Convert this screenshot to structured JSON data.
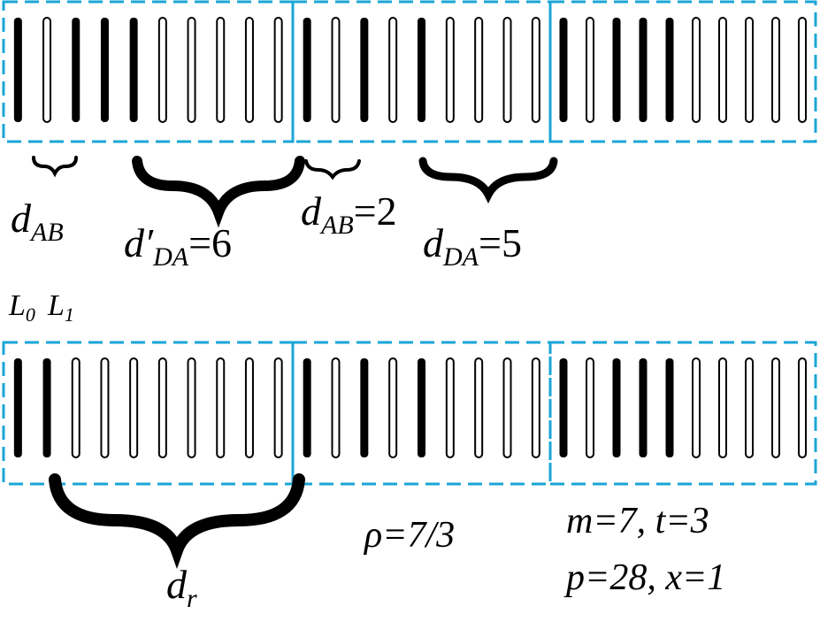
{
  "colors": {
    "frame": "#1aa6d6",
    "bar": "#000000",
    "background": "#ffffff"
  },
  "rows": [
    {
      "segments": [
        {
          "bits": [
            1,
            0,
            1,
            1,
            1,
            0,
            0,
            0,
            0,
            0
          ]
        },
        {
          "bits": [
            1,
            0,
            1,
            0,
            1,
            0,
            0,
            0,
            0
          ]
        },
        {
          "bits": [
            1,
            0,
            1,
            1,
            1,
            0,
            0,
            0,
            0,
            0
          ]
        }
      ]
    },
    {
      "segments": [
        {
          "bits": [
            1,
            1,
            0,
            0,
            0,
            0,
            0,
            0,
            0,
            0
          ]
        },
        {
          "bits": [
            1,
            0,
            1,
            0,
            1,
            0,
            0,
            0,
            0
          ]
        },
        {
          "bits": [
            1,
            0,
            1,
            1,
            1,
            0,
            0,
            0,
            0,
            0
          ]
        }
      ]
    }
  ],
  "labels": {
    "dab_left": {
      "main": "d",
      "sub": "AB",
      "rest": ""
    },
    "dda_prime": {
      "main": "d′",
      "sub": "DA",
      "rest": "=6"
    },
    "dab_mid": {
      "main": "d",
      "sub": "AB",
      "rest": "=2"
    },
    "dda": {
      "main": "d",
      "sub": "DA",
      "rest": "=5"
    },
    "l0": {
      "main": "L",
      "sub": "0"
    },
    "l1": {
      "main": "L",
      "sub": "1"
    },
    "dr": {
      "main": "d",
      "sub": "r"
    },
    "rho": "ρ=7/3",
    "params_line1": "m=7,  t=3",
    "params_line2": "p=28, x=1"
  }
}
